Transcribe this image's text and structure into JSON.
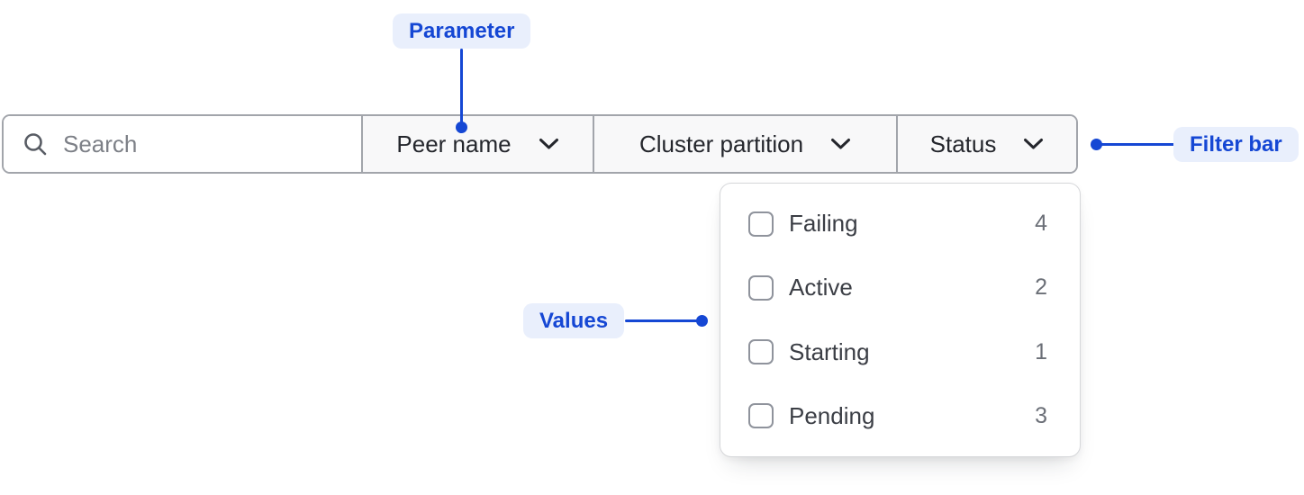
{
  "colors": {
    "accent_blue": "#1547d4",
    "badge_bg": "#e9effc",
    "bar_border": "#a2a5ab",
    "section_bg": "#f8f8f9",
    "panel_border": "#d6d7da"
  },
  "annotations": {
    "parameter_label": "Parameter",
    "filter_bar_label": "Filter bar",
    "values_label": "Values"
  },
  "filter_bar": {
    "search": {
      "placeholder": "Search",
      "value": ""
    },
    "dropdowns": [
      {
        "label": "Peer name"
      },
      {
        "label": "Cluster partition"
      },
      {
        "label": "Status"
      }
    ]
  },
  "status_dropdown": {
    "items": [
      {
        "label": "Failing",
        "count": "4",
        "checked": false
      },
      {
        "label": "Active",
        "count": "2",
        "checked": false
      },
      {
        "label": "Starting",
        "count": "1",
        "checked": false
      },
      {
        "label": "Pending",
        "count": "3",
        "checked": false
      }
    ]
  }
}
